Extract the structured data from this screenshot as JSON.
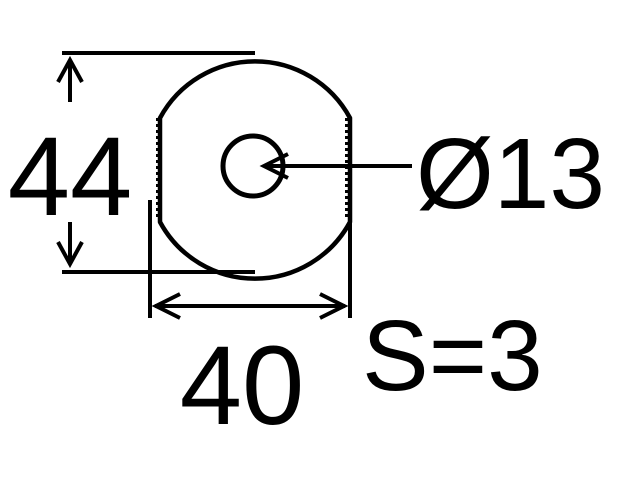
{
  "dimensions": {
    "height_label": "44",
    "width_label": "40",
    "hole_label": "Ø13",
    "thickness_label": "S=3"
  },
  "colors": {
    "line": "#000000",
    "background": "#ffffff"
  }
}
